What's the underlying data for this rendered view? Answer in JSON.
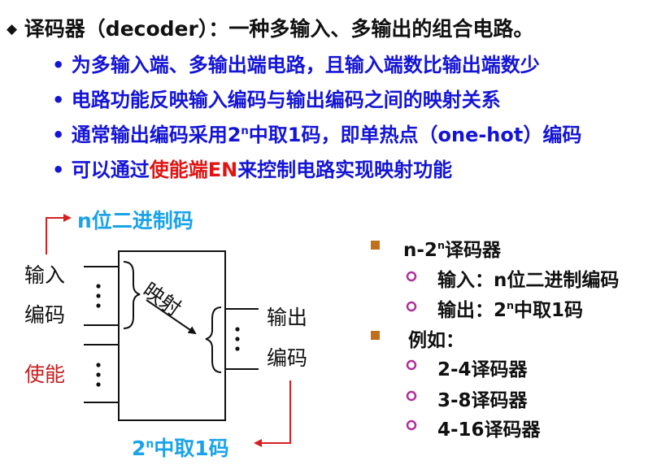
{
  "header": {
    "bullet_glyph": "◆",
    "title": "译码器（decoder）：一种多输入、多输出的组合电路。"
  },
  "bullets": [
    {
      "text": "• 为多输入端、多输出端电路，且输入端数比输出端数少"
    },
    {
      "text": "• 电路功能反映输入编码与输出编码之间的映射关系"
    },
    {
      "pre": "• 通常输出编码采用2",
      "sup": "n",
      "post": "中取1码，即单热点（one-hot）编码"
    },
    {
      "pre": "• 可以通过",
      "highlight": "使能端EN",
      "post": "来控制电路实现映射功能"
    }
  ],
  "diagram": {
    "top_label": "n位二进制码",
    "input_label_1": "输入",
    "input_label_2": "编码",
    "enable_label": "使能",
    "mapping_label": "映射",
    "output_label_1": "输出",
    "output_label_2": "编码",
    "bottom_label_pre": "2",
    "bottom_label_sup": "n",
    "bottom_label_post": "中取1码",
    "colors": {
      "blue_label": "#1aa3e8",
      "red_arrow": "#d62020",
      "red_text": "#c81e1e"
    }
  },
  "right_list": {
    "item1": {
      "pre": "n-2",
      "sup": "n",
      "post": "译码器"
    },
    "sub1": [
      {
        "text": "输入：n位二进制编码"
      },
      {
        "pre": "输出：2",
        "sup": "n",
        "post": "中取1码"
      }
    ],
    "item2": {
      "text": "例如："
    },
    "sub2": [
      {
        "text": "2-4译码器"
      },
      {
        "text": "3-8译码器"
      },
      {
        "text": "4-16译码器"
      }
    ]
  }
}
